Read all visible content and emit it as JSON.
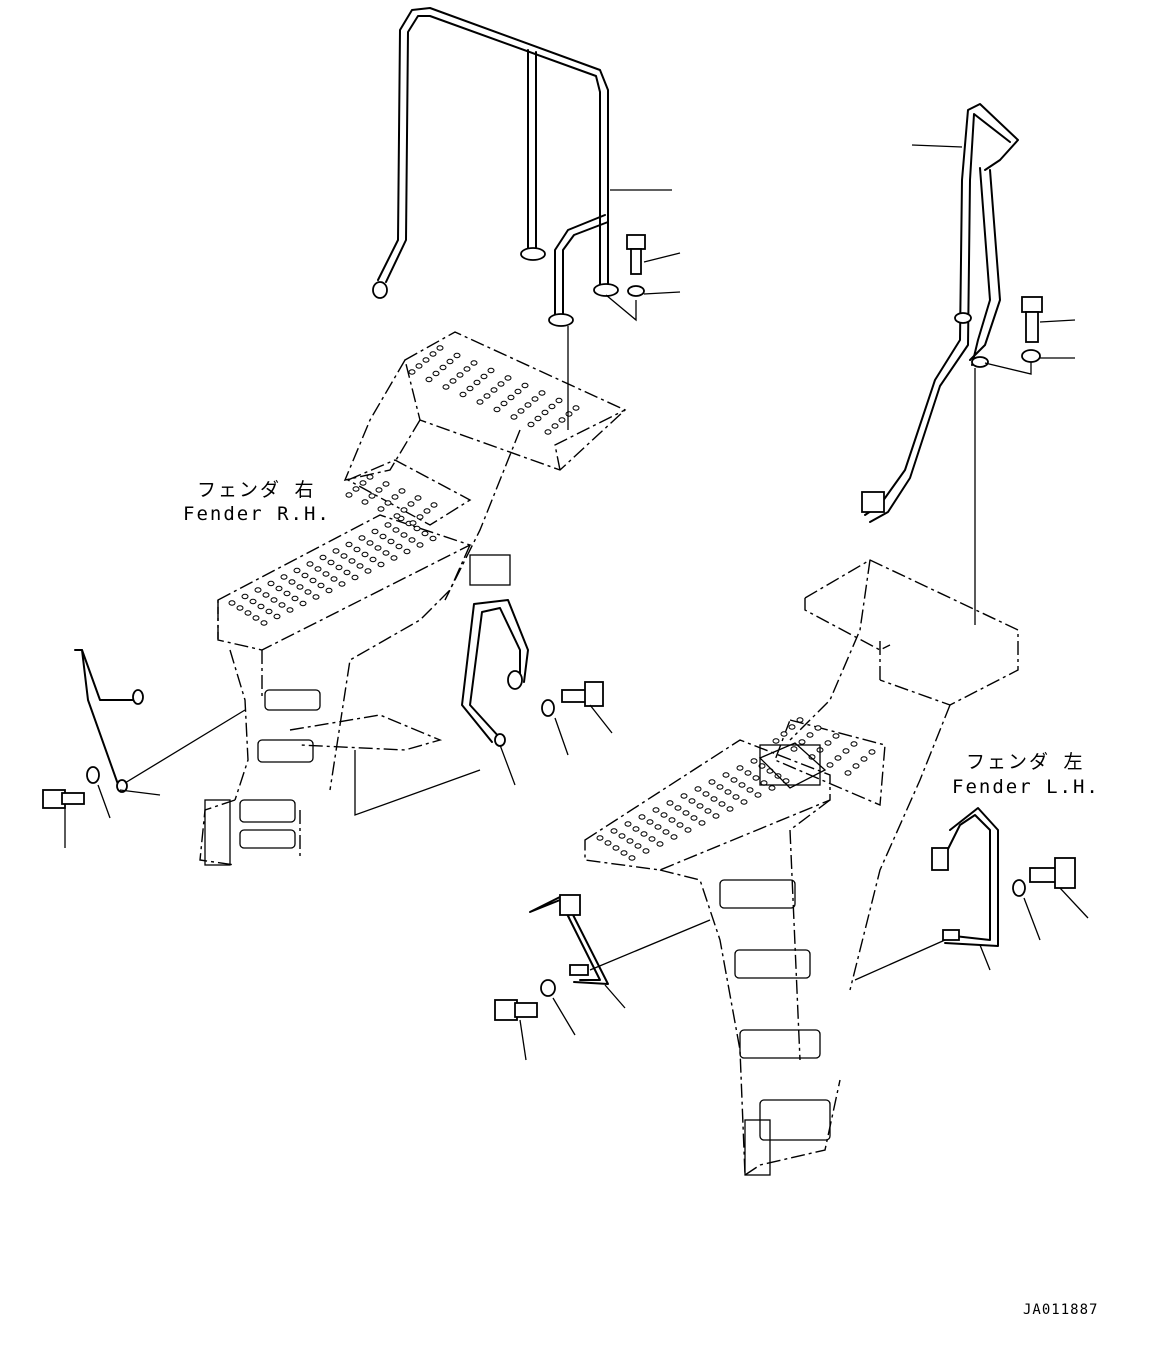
{
  "labels": {
    "fender_rh_jp": "フェンダ 右",
    "fender_rh_en": "Fender R.H.",
    "fender_lh_jp": "フェンダ 左",
    "fender_lh_en": "Fender L.H."
  },
  "drawing_code": "JA011887"
}
